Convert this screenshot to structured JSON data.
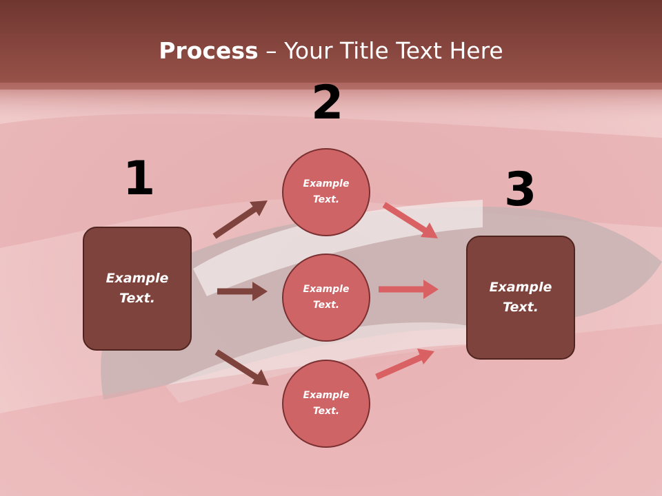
{
  "title": {
    "bold": "Process",
    "rest": " – Your Title Text Here"
  },
  "steps": {
    "one": {
      "number": "1",
      "text_line1": "Example",
      "text_line2": "Text."
    },
    "two": {
      "number": "2"
    },
    "three": {
      "number": "3",
      "text_line1": "Example",
      "text_line2": "Text."
    }
  },
  "circles": [
    {
      "line1": "Example",
      "line2": "Text."
    },
    {
      "line1": "Example",
      "line2": "Text."
    },
    {
      "line1": "Example",
      "line2": "Text."
    }
  ],
  "colors": {
    "box_fill": "#7e433c",
    "circle_fill": "#ce6466",
    "arrow_dark": "#7e433c",
    "arrow_light": "#d96163",
    "title_bar": "#8f4a42"
  }
}
